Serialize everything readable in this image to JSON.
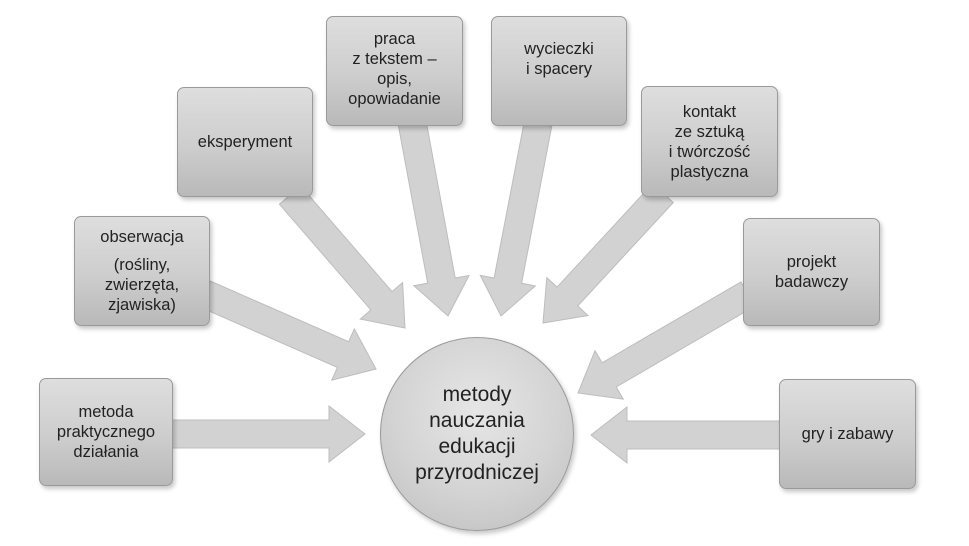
{
  "center": {
    "lines": [
      "metody",
      "nauczania",
      "edukacji",
      "przyrodniczej"
    ]
  },
  "nodes": {
    "metoda": {
      "lines": [
        "metoda",
        "praktycznego",
        "działania"
      ]
    },
    "obserwacja": {
      "title": "obserwacja",
      "detail": [
        "(rośliny,",
        "zwierzęta,",
        "zjawiska)"
      ]
    },
    "eksperyment": {
      "lines": [
        "eksperyment"
      ]
    },
    "praca": {
      "lines": [
        "praca",
        "z tekstem –",
        "opis,",
        "opowiadanie"
      ]
    },
    "wycieczki": {
      "lines": [
        "wycieczki",
        "i spacery"
      ]
    },
    "kontakt": {
      "lines": [
        "kontakt",
        "ze sztuką",
        "i twórczość",
        "plastyczna"
      ]
    },
    "projekt": {
      "lines": [
        "projekt",
        "badawczy"
      ]
    },
    "gry": {
      "lines": [
        "gry i zabawy"
      ]
    }
  }
}
